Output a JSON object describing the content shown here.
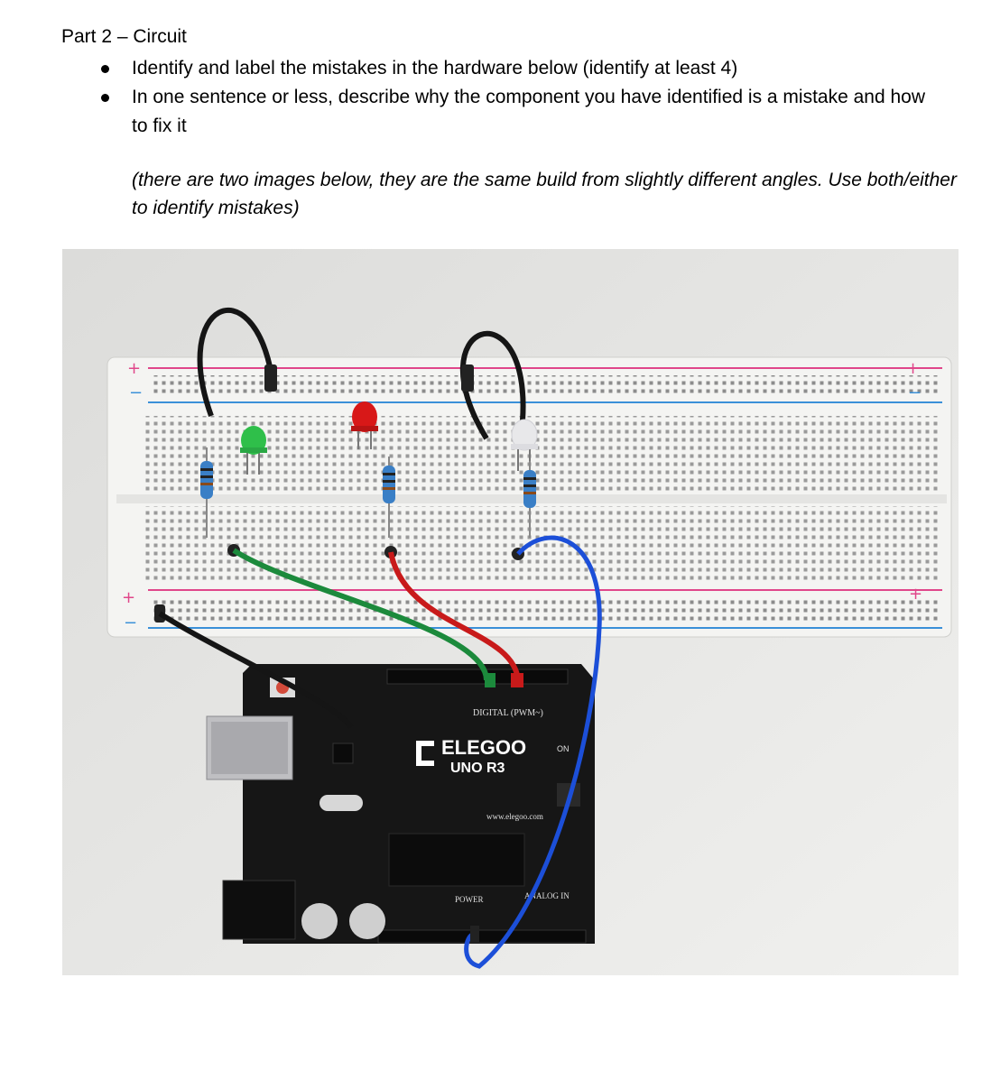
{
  "heading": "Part 2 – Circuit",
  "bullets": [
    "Identify and label the mistakes in the hardware below (identify at least 4)",
    "In one sentence or less, describe why the component you have identified is a mistake and how to fix it"
  ],
  "note": "(there are two images below, they are the same build from slightly different angles. Use both/either to identify mistakes)",
  "photo": {
    "board_brand": "ELEGOO",
    "board_model": "UNO R3",
    "board_url": "www.elegoo.com",
    "digital_label": "DIGITAL (PWM~)",
    "power_label": "POWER",
    "analog_label": "ANALOG IN",
    "on_label": "ON",
    "led_colors": [
      "#2fbf4a",
      "#d81818",
      "#e8e8ea"
    ],
    "wire_colors": [
      "#1c8a3c",
      "#c81a1a",
      "#1c4fd8",
      "#111111"
    ]
  }
}
